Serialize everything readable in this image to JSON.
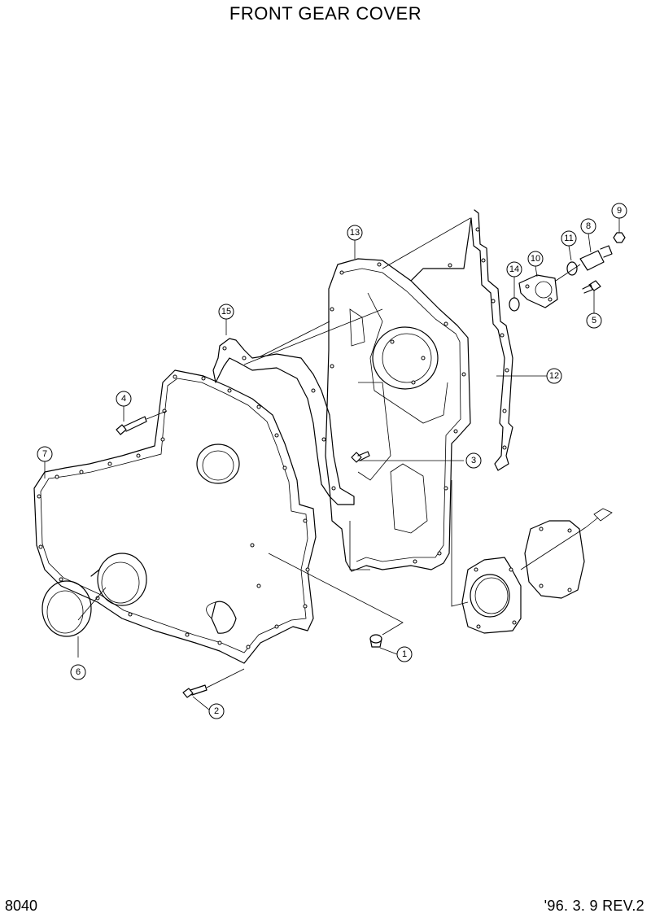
{
  "title": "FRONT GEAR COVER",
  "page_number": "8040",
  "revision": "'96. 3. 9  REV.2",
  "callouts": [
    "1",
    "2",
    "3",
    "4",
    "5",
    "6",
    "7",
    "8",
    "9",
    "10",
    "11",
    "12",
    "13",
    "14",
    "15"
  ]
}
